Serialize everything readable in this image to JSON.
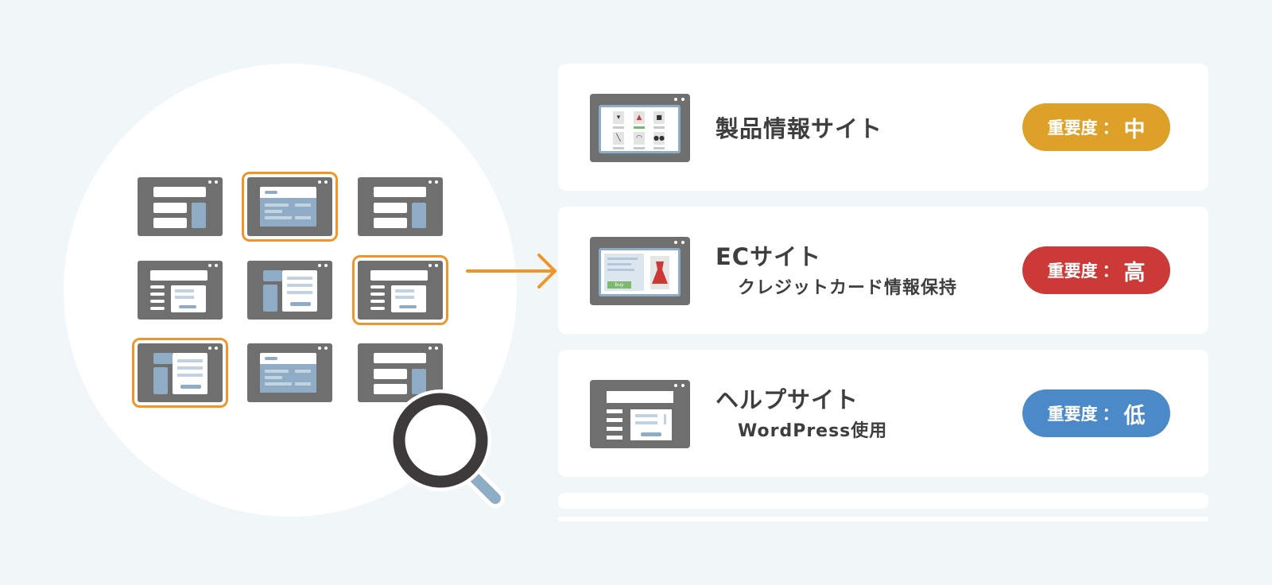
{
  "colors": {
    "background": "#f1f6f9",
    "highlight": "#f0952a",
    "thumb": "#6f6f6f",
    "accent_blue": "#8facc6",
    "medium": "#dda12a",
    "high": "#cc3a37",
    "low": "#4c89c9"
  },
  "sites": [
    {
      "title": "製品情報サイト",
      "subtitle": "",
      "importance_label": "重要度",
      "separator": "：",
      "importance_value": "中",
      "badge_color": "#dda12a",
      "thumb_icon": "product-catalog-icon"
    },
    {
      "title": "ECサイト",
      "subtitle": "クレジットカード情報保持",
      "importance_label": "重要度",
      "separator": "：",
      "importance_value": "高",
      "badge_color": "#cc3a37",
      "thumb_icon": "ecommerce-page-icon",
      "buy_label": "buy"
    },
    {
      "title": "ヘルプサイト",
      "subtitle": "WordPress使用",
      "importance_label": "重要度",
      "separator": "：",
      "importance_value": "低",
      "badge_color": "#4c89c9",
      "thumb_icon": "document-page-icon"
    }
  ],
  "icons": [
    "magnifier-icon",
    "arrow-right-icon",
    "website-thumbnail-icon"
  ]
}
